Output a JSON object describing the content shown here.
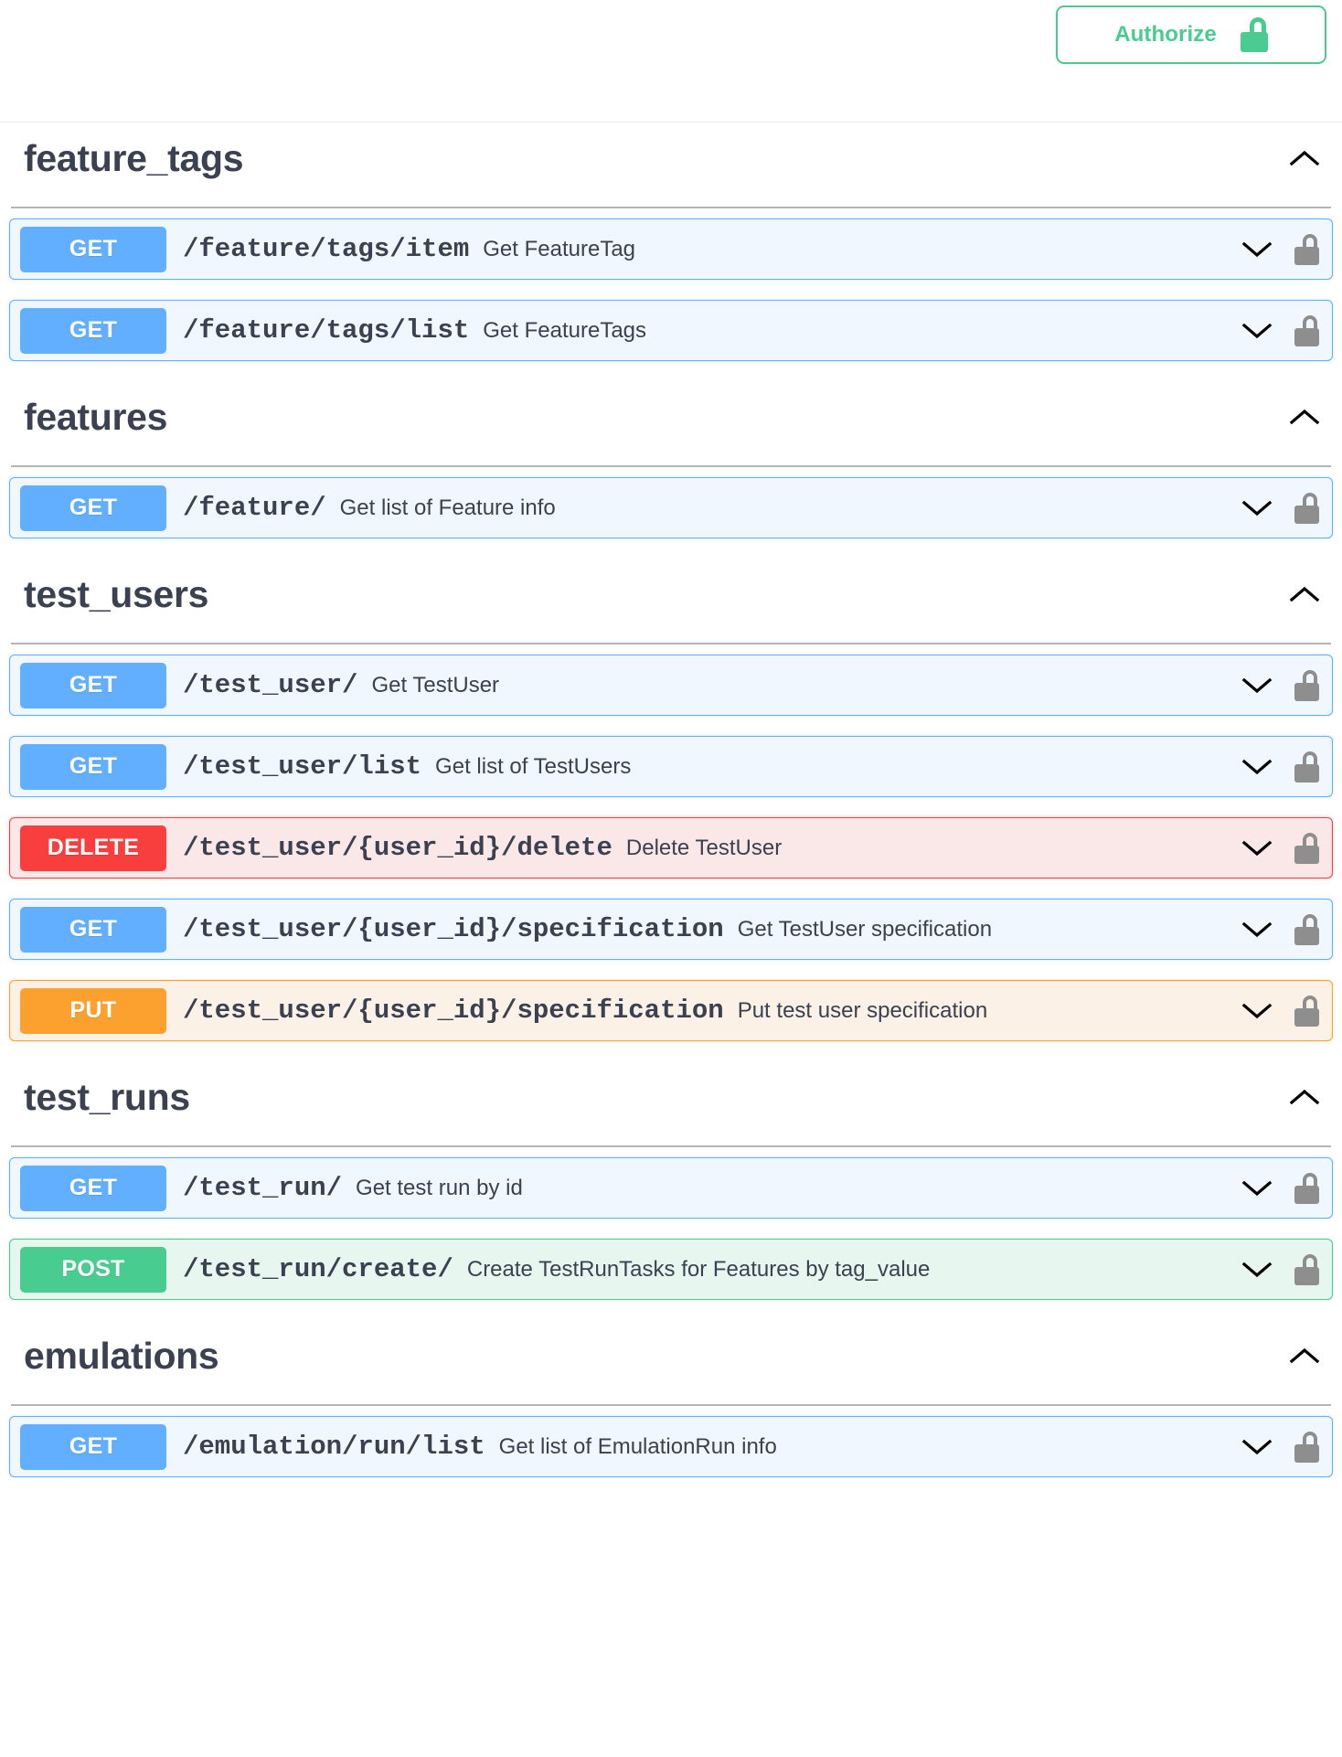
{
  "topbar": {
    "authorize_label": "Authorize",
    "authorize_icon": "unlocked-padlock-icon"
  },
  "colors": {
    "get": "#61affe",
    "post": "#49cc90",
    "put": "#fca130",
    "delete": "#f93e3e",
    "tag_title": "#3b4151",
    "authorize_green": "#49cc90",
    "lock_gray": "#8e8e8e"
  },
  "sections": [
    {
      "name": "feature_tags",
      "expanded": true,
      "operations": [
        {
          "method": "GET",
          "method_key": "get",
          "path": "/feature/tags/item",
          "summary": "Get FeatureTag",
          "lock": "unlocked-padlock-icon",
          "expand": "chevron-down-icon"
        },
        {
          "method": "GET",
          "method_key": "get",
          "path": "/feature/tags/list",
          "summary": "Get FeatureTags",
          "lock": "unlocked-padlock-icon",
          "expand": "chevron-down-icon"
        }
      ]
    },
    {
      "name": "features",
      "expanded": true,
      "operations": [
        {
          "method": "GET",
          "method_key": "get",
          "path": "/feature/",
          "summary": "Get list of Feature info",
          "lock": "unlocked-padlock-icon",
          "expand": "chevron-down-icon"
        }
      ]
    },
    {
      "name": "test_users",
      "expanded": true,
      "operations": [
        {
          "method": "GET",
          "method_key": "get",
          "path": "/test_user/",
          "summary": "Get TestUser",
          "lock": "unlocked-padlock-icon",
          "expand": "chevron-down-icon"
        },
        {
          "method": "GET",
          "method_key": "get",
          "path": "/test_user/list",
          "summary": "Get list of TestUsers",
          "lock": "unlocked-padlock-icon",
          "expand": "chevron-down-icon"
        },
        {
          "method": "DELETE",
          "method_key": "delete",
          "path": "/test_user/{user_id}/delete",
          "summary": "Delete TestUser",
          "lock": "unlocked-padlock-icon",
          "expand": "chevron-down-icon"
        },
        {
          "method": "GET",
          "method_key": "get",
          "path": "/test_user/{user_id}/specification",
          "summary": "Get TestUser specification",
          "lock": "unlocked-padlock-icon",
          "expand": "chevron-down-icon"
        },
        {
          "method": "PUT",
          "method_key": "put",
          "path": "/test_user/{user_id}/specification",
          "summary": "Put test user specification",
          "lock": "unlocked-padlock-icon",
          "expand": "chevron-down-icon"
        }
      ]
    },
    {
      "name": "test_runs",
      "expanded": true,
      "operations": [
        {
          "method": "GET",
          "method_key": "get",
          "path": "/test_run/",
          "summary": "Get test run by id",
          "lock": "unlocked-padlock-icon",
          "expand": "chevron-down-icon"
        },
        {
          "method": "POST",
          "method_key": "post",
          "path": "/test_run/create/",
          "summary": "Create TestRunTasks for Features by tag_value",
          "lock": "unlocked-padlock-icon",
          "expand": "chevron-down-icon"
        }
      ]
    },
    {
      "name": "emulations",
      "expanded": true,
      "operations": [
        {
          "method": "GET",
          "method_key": "get",
          "path": "/emulation/run/list",
          "summary": "Get list of EmulationRun info",
          "lock": "unlocked-padlock-icon",
          "expand": "chevron-down-icon"
        }
      ]
    }
  ]
}
